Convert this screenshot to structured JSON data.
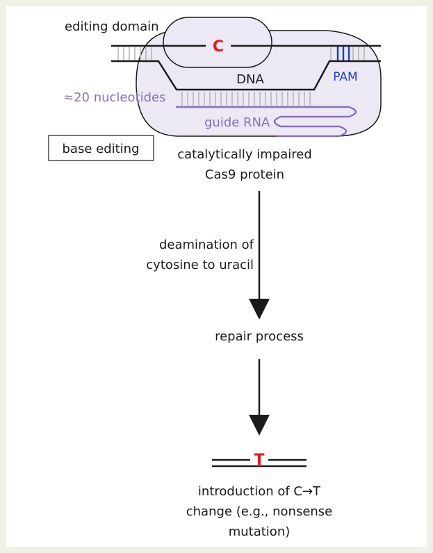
{
  "labels": {
    "editing_domain": "editing domain",
    "edit_base": "C",
    "dna": "DNA",
    "pam": "PAM",
    "nucleotides": "≈20 nucleotides",
    "guide_rna": "guide RNA",
    "base_editing": "base editing",
    "protein_line1": "catalytically impaired",
    "protein_line2": "Cas9 protein",
    "step1_line1": "deamination of",
    "step1_line2": "cytosine to uracil",
    "step2": "repair process",
    "result_base": "T",
    "result_line1": "introduction of C→T",
    "result_line2": "change (e.g., nonsense",
    "result_line3": "mutation)"
  },
  "colors": {
    "background": "#eef1e6",
    "protein_fill": "#ece9f4",
    "edited_base": "#e01b1b",
    "guide_rna": "#8a70b8",
    "pam": "#1f3fbf",
    "line": "#1a1a1a"
  }
}
